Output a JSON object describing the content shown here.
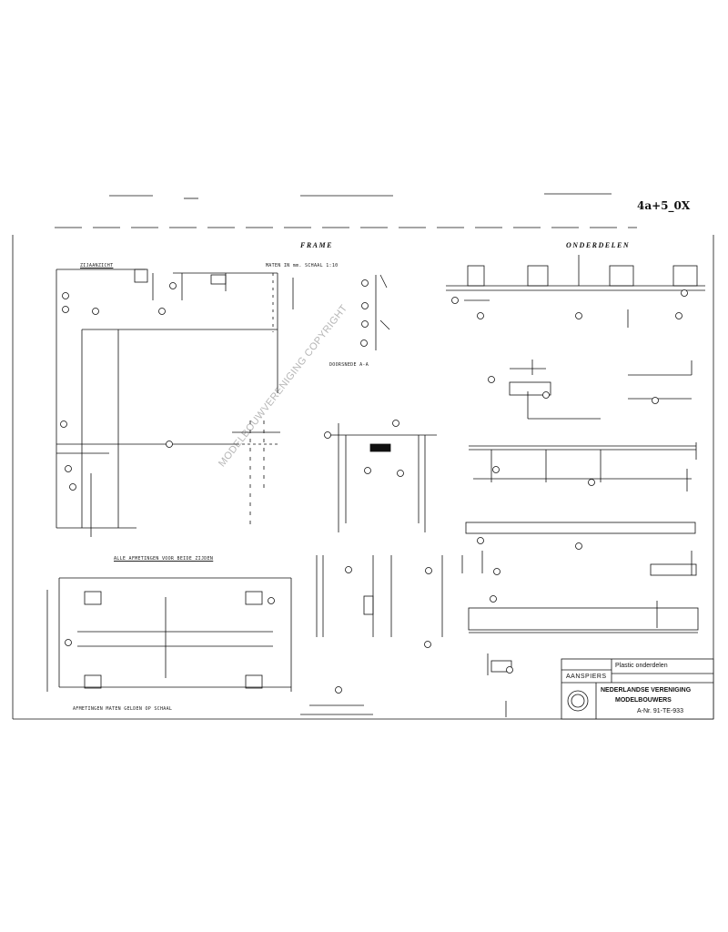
{
  "handwritten_note": "4a+5_0X",
  "headings": {
    "frame": "FRAME",
    "onderdelen": "ONDERDELEN",
    "doorsnede": "DOORSNEDE A-A",
    "alle_afmetingen": "ALLE AFMETINGEN VOOR BEIDE ZIJDEN",
    "zijaanzicht": "ZIJAANZICHT",
    "maten": "MATEN IN mm. SCHAAL 1:10",
    "note_bottom": "AFMETINGEN MATEN GELDEN OP SCHAAL"
  },
  "watermark": "MODELBOUWVERENIGING COPYRIGHT",
  "title_block": {
    "title": "Plastic onderdelen",
    "subject": "AANSPIERS",
    "org_line1": "NEDERLANDSE VERENIGING",
    "org_line2": "MODELBOUWERS",
    "drawing_no": "A-Nr. 91-TE-933",
    "logo": "nvm-seal-logo"
  },
  "colors": {
    "ink": "#111111",
    "paper": "#ffffff"
  }
}
